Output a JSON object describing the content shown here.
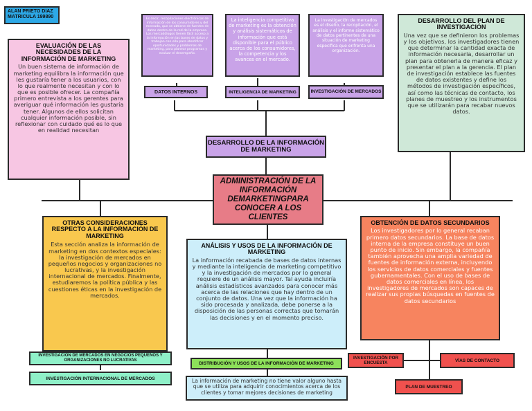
{
  "author": {
    "name": "ALAN PRIETO DIAZ",
    "id": "MATRICULA 199890"
  },
  "central": {
    "title": "ADMINISTRACIÓN DE LA INFORMACIÓN DEMARKETINGPARA CONOCER A LOS CLIENTES"
  },
  "desarrollo_info": {
    "title": "DESARROLLO DE LA INFORMACIÓN DE MARKETING"
  },
  "datos_internos": {
    "label": "DATOS INTERNOS",
    "text": "Es decir, recopilaciones electrónicas de información de los consumidores y del mercado, que se obtiene de fuentes de datos dentro de la red de la empresa. Los mercadólogos tienen fácil acceso a la información en las bases de datos y trabajan con ella para identificar oportunidades y problemas de marketing, para planear programas y evaluar el desempeño."
  },
  "inteligencia": {
    "label": "INTELIGENCIA DE MARKETING",
    "text": "La inteligencia competitiva de marketing es la obtención y análisis sistemáticos de información que está disponible para el público acerca de los consumidores, la competencia y los avances en el mercado."
  },
  "investigacion": {
    "label": "INVESTIGACIÓN DE MERCADOS",
    "text": "La investigación de mercados es el diseño, la recopilación, el análisis y el informe sistemático de datos pertinentes de una situación de marketing específica que enfrenta una organización."
  },
  "evaluacion": {
    "title": "EVALUACIÓN DE LAS NECESIDADES DE LA INFORMACIÓN DE MARKETING",
    "text": "Un buen sistema de información de marketing equilibra la información que les gustaría tener a los usuarios, con lo que realmente necesitan y con lo que es posible ofrecer. La compañía primero entrevista a los gerentes para averiguar qué información les gustaría tener. Algunos de ellos solicitan cualquier información posible, sin reflexionar con cuidado qué es lo que en realidad necesitan"
  },
  "plan": {
    "title": "DESARROLLO DEL PLAN DE INVESTIGACIÓN",
    "text": "Una vez que se definieron los problemas y los objetivos, los investigadores tienen que determinar la cantidad exacta de información necesaria, desarrollar un plan para obtenerla de manera eficaz y presentar el plan a la gerencia. El plan de investigación establece las fuentes de datos existentes y define los métodos de investigación específicos, así como las técnicas de contacto, los planes de muestreo y los instrumentos que se utilizarán para recabar nuevos datos."
  },
  "otras": {
    "title": "OTRAS CONSIDERACIONES RESPECTO A LA INFORMACIÓN DE MARKETING",
    "text": "Esta sección analiza la información de marketing en dos contextos especiales: la investigación de mercados en pequeños negocios y organizaciones no lucrativas, y la investigación internacional de mercados. Finalmente, estudiaremos la política pública y las cuestiones éticas en la investigación de mercados."
  },
  "analisis": {
    "title": "ANÁLISIS Y USOS DE LA INFORMACIÓN DE MARKETING",
    "text": "La información recabada de bases de datos internas y mediante la inteligencia de marketing competitivo y la investigación de mercados por lo general requiere de un análisis mayor. Tal ayuda incluiría análisis estadísticos avanzados para conocer más acerca de las relaciones que hay dentro de un conjunto de datos. Una vez que la información ha sido procesada y analizada, debe ponerse a la disposición de las personas correctas que tomarán las decisiones y en el momento preciso."
  },
  "secundarios": {
    "title": "OBTENCIÓN DE DATOS SECUNDARIOS",
    "text": "Los investigadores por lo general recaban primero datos secundarios. La base de datos interna de la empresa constituye un buen punto de inicio. Sin embargo, la compañía también aprovecha una amplia variedad de fuentes de información externa, incluyendo los servicios de datos comerciales y fuentes gubernamentales. Con el uso de bases de datos comerciales en línea, los investigadores de mercados son capaces de realizar sus propias búsquedas en fuentes de datos secundarios"
  },
  "peq_negocios": {
    "label": "INVESTIGACIÓN DE MERCADOS EN NEGOCIOS PEQUEÑOS Y ORGANIZACIONES NO LUCRATIVAS"
  },
  "internacional": {
    "label": "INVESTIGACIÓN INTERNACIONAL DE MERCADOS"
  },
  "distribucion": {
    "label": "DISTRIBUCIÓN Y USOS DE LA INFORMACIÓN DE MARKETING",
    "text": "La información de marketing no tiene valor alguno hasta que se utiliza para adquirir conocimientos acerca de los clientes y tomar mejores decisiones de marketing"
  },
  "encuesta": {
    "label": "INVESTIGACIÓN POR ENCUESTA"
  },
  "contacto": {
    "label": "VÍAS DE CONTACTO"
  },
  "muestreo": {
    "label": "PLAN DE MUESTREO"
  },
  "colors": {
    "purple": "#c9a3e8",
    "pink": "#f7c6e3",
    "green": "#cfe8d8",
    "salmon": "#f7845f",
    "yellow": "#f9c84e",
    "lightblue": "#cdeefa",
    "central": "#e77c87",
    "red": "#f0514e",
    "mint": "#8ff0c8"
  }
}
